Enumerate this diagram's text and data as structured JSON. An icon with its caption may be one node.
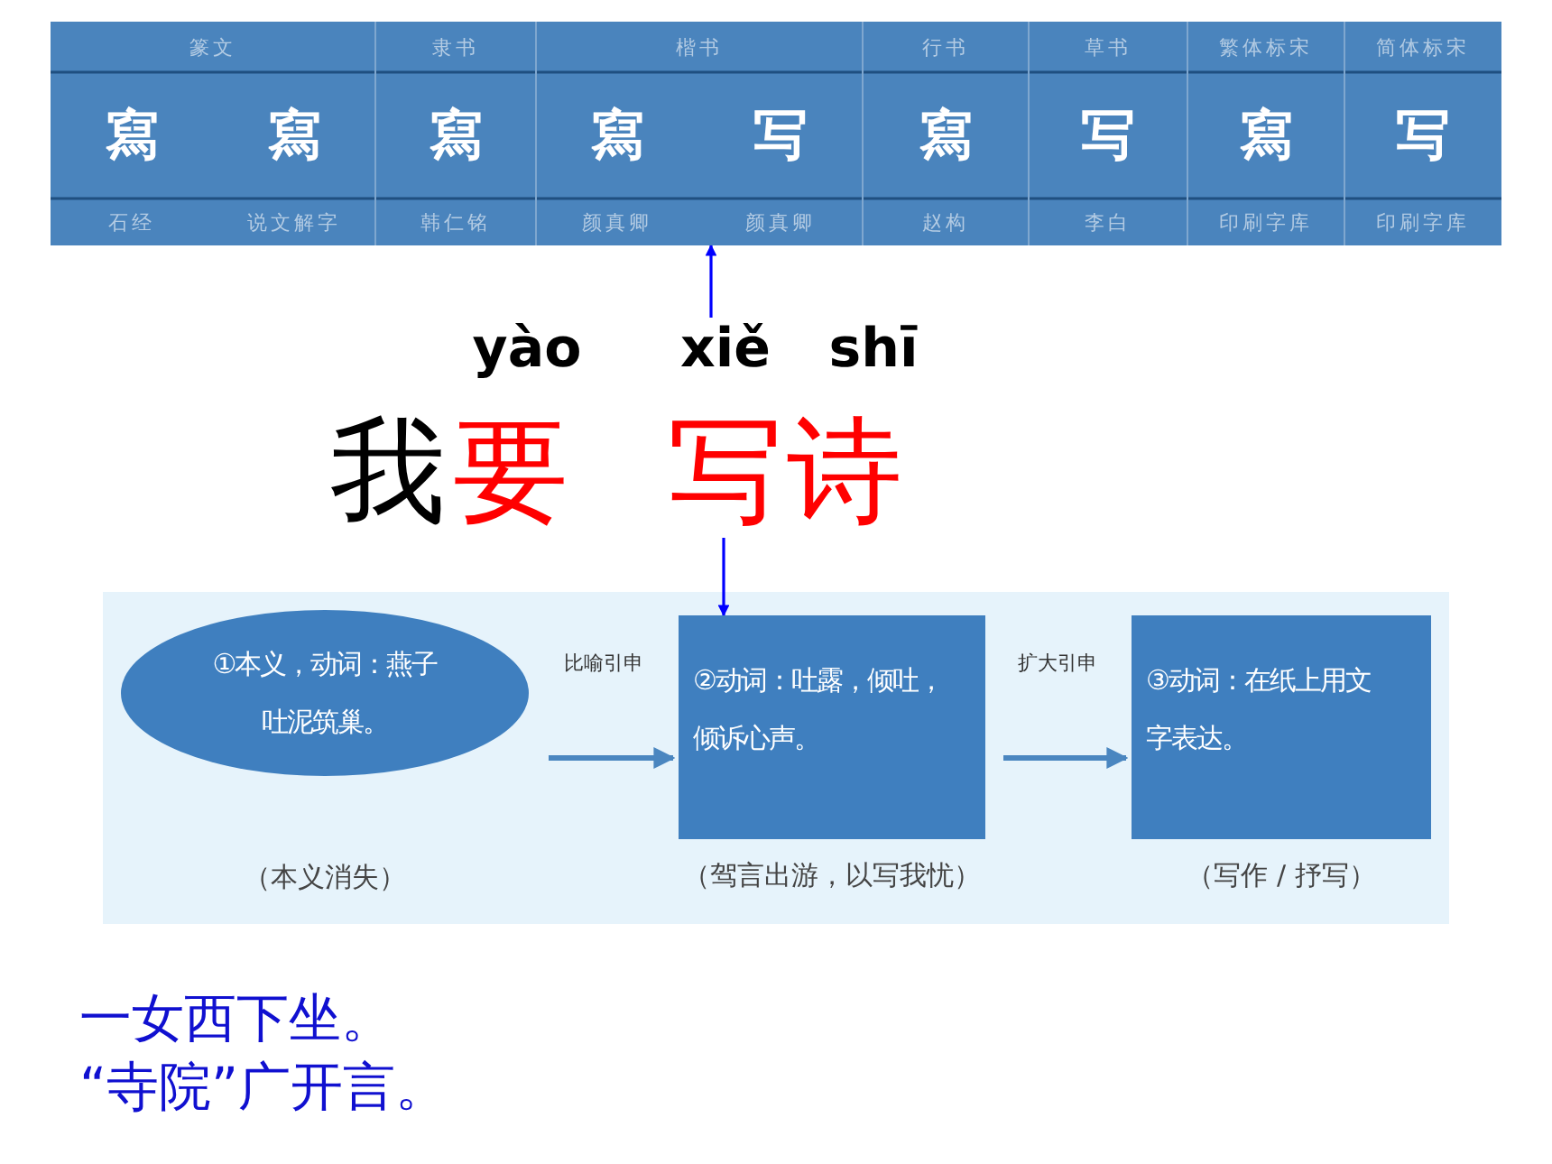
{
  "diagram": {
    "nodes": [
      {
        "text": [],
        "shape": "box"
      },
      {
        "text": [
          "xiě",
          "写"
        ]
      },
      {
        "text": [
          "①本义，动词：燕子吐泥筑巢。"
        ],
        "beside": [
          "（本义消失）"
        ]
      },
      {
        "text": [
          "②动词：吐露，倾吐，倾诉心声。"
        ],
        "beside": [
          "（驾言出游，以写我忧）"
        ]
      },
      {
        "text": [
          "③动词：在纸上用文字表达。"
        ],
        "beside": [
          "（写作 / 抒写）"
        ]
      }
    ],
    "edges": [
      {
        "from": 1,
        "to": 0,
        "arrow": "to",
        "color": "#0000ff"
      },
      {
        "from": 1,
        "to": 3,
        "arrow": "to",
        "color": "#0000ff"
      },
      {
        "from": 2,
        "to": 3,
        "arrow": "to",
        "label": "比喻引申",
        "color": "#4a86c0"
      },
      {
        "from": 3,
        "to": 4,
        "arrow": "to",
        "label": "扩大引申",
        "color": "#4a86c0"
      }
    ],
    "labels": [
      "篆文",
      "隶书",
      "楷书",
      "行书",
      "草书",
      "繁体标宋",
      "简体标宋",
      "寫",
      "寫",
      "寫",
      "寫",
      "写",
      "寫",
      "写",
      "寫",
      "写",
      "石经",
      "说文解字",
      "韩仁铭",
      "颜真卿",
      "颜真卿",
      "赵构",
      "李白",
      "印刷字库",
      "印刷字库",
      "yào",
      "shī",
      "我",
      "要",
      "诗",
      "一女西下坐。",
      "“寺院”广开言。"
    ]
  }
}
